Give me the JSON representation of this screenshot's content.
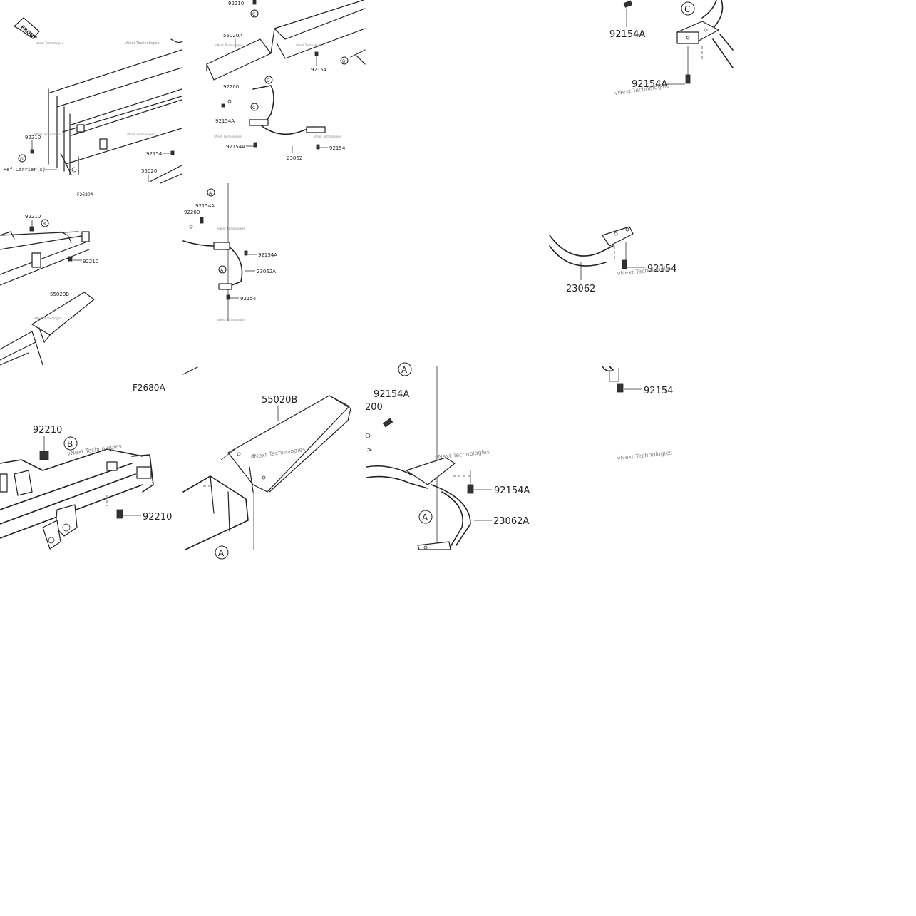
{
  "front_tag": "FRONT",
  "ref_note": "Ref.Carrier(s)",
  "fig_code": "F2680A",
  "watermark": "vNext Technologies",
  "parts": {
    "p92210": "92210",
    "p92200": "92200",
    "p92200_cut": "200",
    "p92154": "92154",
    "p92154A": "92154A",
    "p55020": "55020",
    "p55020A": "55020A",
    "p55020B": "55020B",
    "p23062": "23062",
    "p23062A": "23062A"
  },
  "callouts": {
    "A": "A",
    "B": "B",
    "C": "C",
    "D": "D"
  }
}
